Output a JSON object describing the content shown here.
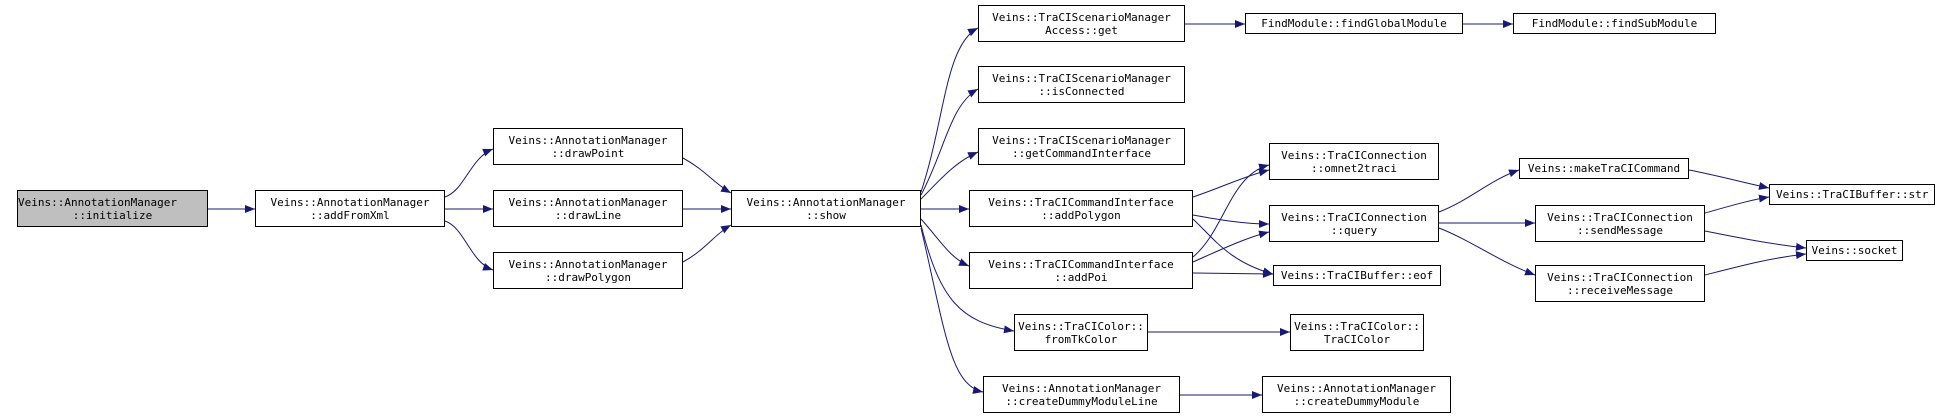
{
  "colors": {
    "edge": "#191970",
    "border": "#000000",
    "root_fill": "#bfbfbf",
    "node_fill": "#ffffff"
  },
  "nodes": {
    "initialize": {
      "l1": "Veins::AnnotationManager",
      "l2": "::initialize"
    },
    "addFromXml": {
      "l1": "Veins::AnnotationManager",
      "l2": "::addFromXml"
    },
    "drawPoint": {
      "l1": "Veins::AnnotationManager",
      "l2": "::drawPoint"
    },
    "drawLine": {
      "l1": "Veins::AnnotationManager",
      "l2": "::drawLine"
    },
    "drawPolygon": {
      "l1": "Veins::AnnotationManager",
      "l2": "::drawPolygon"
    },
    "show": {
      "l1": "Veins::AnnotationManager",
      "l2": "::show"
    },
    "accessGet": {
      "l1": "Veins::TraCIScenarioManager",
      "l2": "Access::get"
    },
    "isConnected": {
      "l1": "Veins::TraCIScenarioManager",
      "l2": "::isConnected"
    },
    "getCmdIf": {
      "l1": "Veins::TraCIScenarioManager",
      "l2": "::getCommandInterface"
    },
    "addPolygon": {
      "l1": "Veins::TraCICommandInterface",
      "l2": "::addPolygon"
    },
    "addPoi": {
      "l1": "Veins::TraCICommandInterface",
      "l2": "::addPoi"
    },
    "fromTkColor": {
      "l1": "Veins::TraCIColor::",
      "l2": "fromTkColor"
    },
    "createDummyLine": {
      "l1": "Veins::AnnotationManager",
      "l2": "::createDummyModuleLine"
    },
    "findGlobal": {
      "l1": "FindModule::findGlobalModule"
    },
    "findSub": {
      "l1": "FindModule::findSubModule"
    },
    "omnet2traci": {
      "l1": "Veins::TraCIConnection",
      "l2": "::omnet2traci"
    },
    "query": {
      "l1": "Veins::TraCIConnection",
      "l2": "::query"
    },
    "eof": {
      "l1": "Veins::TraCIBuffer::eof"
    },
    "traciColor": {
      "l1": "Veins::TraCIColor::",
      "l2": "TraCIColor"
    },
    "createDummy": {
      "l1": "Veins::AnnotationManager",
      "l2": "::createDummyModule"
    },
    "makeCmd": {
      "l1": "Veins::makeTraCICommand"
    },
    "sendMessage": {
      "l1": "Veins::TraCIConnection",
      "l2": "::sendMessage"
    },
    "receiveMessage": {
      "l1": "Veins::TraCIConnection",
      "l2": "::receiveMessage"
    },
    "str": {
      "l1": "Veins::TraCIBuffer::str"
    },
    "socket": {
      "l1": "Veins::socket"
    }
  }
}
